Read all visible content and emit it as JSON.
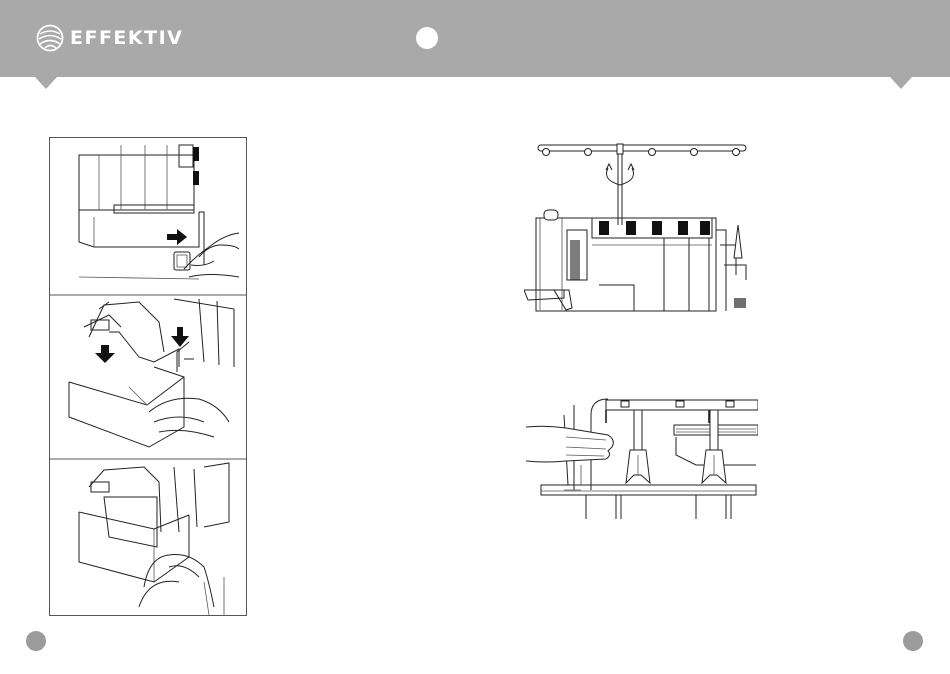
{
  "header": {
    "brand_name": "EFFEKTIV",
    "logo_icon": "globe-swirl-icon",
    "colors": {
      "bar": "#a9a9aa",
      "dots": "#9b9b9b"
    }
  },
  "figures": {
    "left_panel": [
      "front-cover-slide-step",
      "front-cover-open-step",
      "front-cover-close-step"
    ],
    "right_top": "thread-stand-antenna-raise",
    "right_bottom": "spool-pin-insertion"
  }
}
